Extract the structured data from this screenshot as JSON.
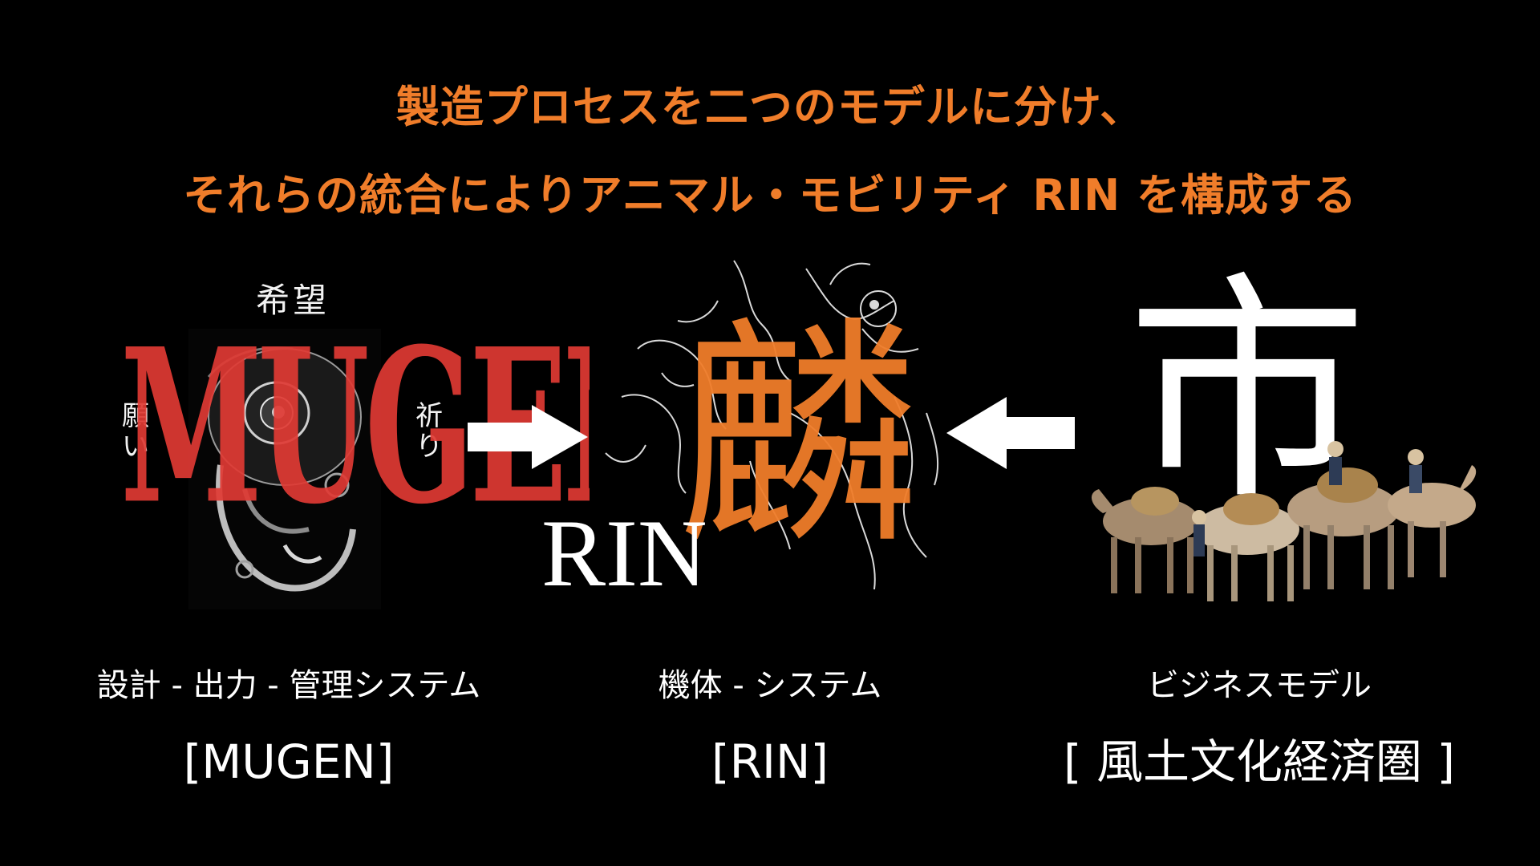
{
  "title": {
    "line1": "製造プロセスを二つのモデルに分け、",
    "line2": "それらの統合によりアニマル・モビリティ RIN を構成する"
  },
  "left_panel": {
    "top_label": "希望",
    "left_label": "願い",
    "right_label": "祈り",
    "overlay_text": "MUGEN",
    "caption": "設計 - 出力 - 管理システム",
    "name": "[MUGEN]"
  },
  "center_panel": {
    "kanji": "麟",
    "latin": "RIN",
    "caption": "機体 - システム",
    "name": "[RIN]"
  },
  "right_panel": {
    "kanji": "市",
    "caption": "ビジネスモデル",
    "name": "[ 風土文化経済圏 ]"
  },
  "colors": {
    "background": "#000000",
    "accent_orange": "#f07d2a",
    "mugen_red": "#e03a34",
    "text_white": "#ffffff"
  },
  "icons": {
    "arrow_right": "arrow-right-icon",
    "arrow_left": "arrow-left-icon"
  }
}
